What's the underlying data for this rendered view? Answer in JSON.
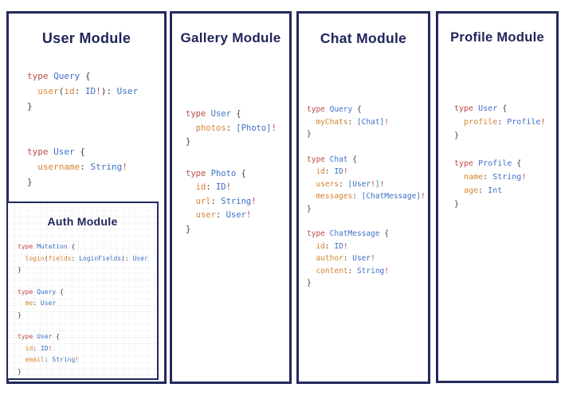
{
  "colors": {
    "panel_border_navy": "#232a5c",
    "title_navy": "#20265a",
    "keyword_red": "#bb4a4a",
    "type_blue": "#3e70c4",
    "field_orange": "#d6832d",
    "punctuation_gray": "#3f3f3f"
  },
  "modules": [
    {
      "id": "user",
      "title": "User Module",
      "code_blocks": [
        [
          [
            {
              "t": "type",
              "c": "k"
            },
            {
              "t": " ",
              "c": "p"
            },
            {
              "t": "Query",
              "c": "y"
            },
            {
              "t": " {",
              "c": "p"
            }
          ],
          [
            {
              "t": "  ",
              "c": "p"
            },
            {
              "t": "user",
              "c": "f"
            },
            {
              "t": "(",
              "c": "p"
            },
            {
              "t": "id",
              "c": "f"
            },
            {
              "t": ": ",
              "c": "p"
            },
            {
              "t": "ID",
              "c": "y"
            },
            {
              "t": "!",
              "c": "k"
            },
            {
              "t": "): ",
              "c": "p"
            },
            {
              "t": "User",
              "c": "y"
            }
          ],
          [
            {
              "t": "}",
              "c": "p"
            }
          ]
        ],
        [
          [
            {
              "t": "type",
              "c": "k"
            },
            {
              "t": " ",
              "c": "p"
            },
            {
              "t": "User",
              "c": "y"
            },
            {
              "t": " {",
              "c": "p"
            }
          ],
          [
            {
              "t": "  ",
              "c": "p"
            },
            {
              "t": "username",
              "c": "f"
            },
            {
              "t": ": ",
              "c": "p"
            },
            {
              "t": "String",
              "c": "y"
            },
            {
              "t": "!",
              "c": "k"
            }
          ],
          [
            {
              "t": "}",
              "c": "p"
            }
          ]
        ]
      ]
    },
    {
      "id": "auth",
      "title": "Auth Module",
      "code_blocks": [
        [
          [
            {
              "t": "type",
              "c": "k"
            },
            {
              "t": " ",
              "c": "p"
            },
            {
              "t": "Mutation",
              "c": "y"
            },
            {
              "t": " {",
              "c": "p"
            }
          ],
          [
            {
              "t": "  ",
              "c": "p"
            },
            {
              "t": "login",
              "c": "f"
            },
            {
              "t": "(",
              "c": "p"
            },
            {
              "t": "fields",
              "c": "f"
            },
            {
              "t": ": ",
              "c": "p"
            },
            {
              "t": "LoginFields",
              "c": "y"
            },
            {
              "t": "): ",
              "c": "p"
            },
            {
              "t": "User",
              "c": "y"
            }
          ],
          [
            {
              "t": "}",
              "c": "p"
            }
          ]
        ],
        [
          [
            {
              "t": "type",
              "c": "k"
            },
            {
              "t": " ",
              "c": "p"
            },
            {
              "t": "Query",
              "c": "y"
            },
            {
              "t": " {",
              "c": "p"
            }
          ],
          [
            {
              "t": "  ",
              "c": "p"
            },
            {
              "t": "me",
              "c": "f"
            },
            {
              "t": ": ",
              "c": "p"
            },
            {
              "t": "User",
              "c": "y"
            }
          ],
          [
            {
              "t": "}",
              "c": "p"
            }
          ]
        ],
        [
          [
            {
              "t": "type",
              "c": "k"
            },
            {
              "t": " ",
              "c": "p"
            },
            {
              "t": "User",
              "c": "y"
            },
            {
              "t": " {",
              "c": "p"
            }
          ],
          [
            {
              "t": "  ",
              "c": "p"
            },
            {
              "t": "id",
              "c": "f"
            },
            {
              "t": ": ",
              "c": "p"
            },
            {
              "t": "ID",
              "c": "y"
            },
            {
              "t": "!",
              "c": "k"
            }
          ],
          [
            {
              "t": "  ",
              "c": "p"
            },
            {
              "t": "email",
              "c": "f"
            },
            {
              "t": ": ",
              "c": "p"
            },
            {
              "t": "String",
              "c": "y"
            },
            {
              "t": "!",
              "c": "k"
            }
          ],
          [
            {
              "t": "}",
              "c": "p"
            }
          ]
        ]
      ]
    },
    {
      "id": "gallery",
      "title": "Gallery Module",
      "code_blocks": [
        [
          [
            {
              "t": "type",
              "c": "k"
            },
            {
              "t": " ",
              "c": "p"
            },
            {
              "t": "User",
              "c": "y"
            },
            {
              "t": " {",
              "c": "p"
            }
          ],
          [
            {
              "t": "  ",
              "c": "p"
            },
            {
              "t": "photos",
              "c": "f"
            },
            {
              "t": ": ",
              "c": "p"
            },
            {
              "t": "[Photo]",
              "c": "y"
            },
            {
              "t": "!",
              "c": "k"
            }
          ],
          [
            {
              "t": "}",
              "c": "p"
            }
          ]
        ],
        [
          [
            {
              "t": "type",
              "c": "k"
            },
            {
              "t": " ",
              "c": "p"
            },
            {
              "t": "Photo",
              "c": "y"
            },
            {
              "t": " {",
              "c": "p"
            }
          ],
          [
            {
              "t": "  ",
              "c": "p"
            },
            {
              "t": "id",
              "c": "f"
            },
            {
              "t": ": ",
              "c": "p"
            },
            {
              "t": "ID",
              "c": "y"
            },
            {
              "t": "!",
              "c": "k"
            }
          ],
          [
            {
              "t": "  ",
              "c": "p"
            },
            {
              "t": "url",
              "c": "f"
            },
            {
              "t": ": ",
              "c": "p"
            },
            {
              "t": "String",
              "c": "y"
            },
            {
              "t": "!",
              "c": "k"
            }
          ],
          [
            {
              "t": "  ",
              "c": "p"
            },
            {
              "t": "user",
              "c": "f"
            },
            {
              "t": ": ",
              "c": "p"
            },
            {
              "t": "User",
              "c": "y"
            },
            {
              "t": "!",
              "c": "k"
            }
          ],
          [
            {
              "t": "}",
              "c": "p"
            }
          ]
        ]
      ]
    },
    {
      "id": "chat",
      "title": "Chat Module",
      "code_blocks": [
        [
          [
            {
              "t": "type",
              "c": "k"
            },
            {
              "t": " ",
              "c": "p"
            },
            {
              "t": "Query",
              "c": "y"
            },
            {
              "t": " {",
              "c": "p"
            }
          ],
          [
            {
              "t": "  ",
              "c": "p"
            },
            {
              "t": "myChats",
              "c": "f"
            },
            {
              "t": ": ",
              "c": "p"
            },
            {
              "t": "[Chat]",
              "c": "y"
            },
            {
              "t": "!",
              "c": "k"
            }
          ],
          [
            {
              "t": "}",
              "c": "p"
            }
          ]
        ],
        [
          [
            {
              "t": "type",
              "c": "k"
            },
            {
              "t": " ",
              "c": "p"
            },
            {
              "t": "Chat",
              "c": "y"
            },
            {
              "t": " {",
              "c": "p"
            }
          ],
          [
            {
              "t": "  ",
              "c": "p"
            },
            {
              "t": "id",
              "c": "f"
            },
            {
              "t": ": ",
              "c": "p"
            },
            {
              "t": "ID",
              "c": "y"
            },
            {
              "t": "!",
              "c": "k"
            }
          ],
          [
            {
              "t": "  ",
              "c": "p"
            },
            {
              "t": "users",
              "c": "f"
            },
            {
              "t": ": ",
              "c": "p"
            },
            {
              "t": "[User",
              "c": "y"
            },
            {
              "t": "!",
              "c": "k"
            },
            {
              "t": "]",
              "c": "y"
            },
            {
              "t": "!",
              "c": "k"
            }
          ],
          [
            {
              "t": "  ",
              "c": "p"
            },
            {
              "t": "messages",
              "c": "f"
            },
            {
              "t": ": ",
              "c": "p"
            },
            {
              "t": "[ChatMessage]",
              "c": "y"
            },
            {
              "t": "!",
              "c": "k"
            }
          ],
          [
            {
              "t": "}",
              "c": "p"
            }
          ]
        ],
        [
          [
            {
              "t": "type",
              "c": "k"
            },
            {
              "t": " ",
              "c": "p"
            },
            {
              "t": "ChatMessage",
              "c": "y"
            },
            {
              "t": " {",
              "c": "p"
            }
          ],
          [
            {
              "t": "  ",
              "c": "p"
            },
            {
              "t": "id",
              "c": "f"
            },
            {
              "t": ": ",
              "c": "p"
            },
            {
              "t": "ID",
              "c": "y"
            },
            {
              "t": "!",
              "c": "k"
            }
          ],
          [
            {
              "t": "  ",
              "c": "p"
            },
            {
              "t": "author",
              "c": "f"
            },
            {
              "t": ": ",
              "c": "p"
            },
            {
              "t": "User",
              "c": "y"
            },
            {
              "t": "!",
              "c": "k"
            }
          ],
          [
            {
              "t": "  ",
              "c": "p"
            },
            {
              "t": "content",
              "c": "f"
            },
            {
              "t": ": ",
              "c": "p"
            },
            {
              "t": "String",
              "c": "y"
            },
            {
              "t": "!",
              "c": "k"
            }
          ],
          [
            {
              "t": "}",
              "c": "p"
            }
          ]
        ]
      ]
    },
    {
      "id": "profile",
      "title": "Profile Module",
      "code_blocks": [
        [
          [
            {
              "t": "type",
              "c": "k"
            },
            {
              "t": " ",
              "c": "p"
            },
            {
              "t": "User",
              "c": "y"
            },
            {
              "t": " {",
              "c": "p"
            }
          ],
          [
            {
              "t": "  ",
              "c": "p"
            },
            {
              "t": "profile",
              "c": "f"
            },
            {
              "t": ": ",
              "c": "p"
            },
            {
              "t": "Profile",
              "c": "y"
            },
            {
              "t": "!",
              "c": "k"
            }
          ],
          [
            {
              "t": "}",
              "c": "p"
            }
          ]
        ],
        [
          [
            {
              "t": "type",
              "c": "k"
            },
            {
              "t": " ",
              "c": "p"
            },
            {
              "t": "Profile",
              "c": "y"
            },
            {
              "t": " {",
              "c": "p"
            }
          ],
          [
            {
              "t": "  ",
              "c": "p"
            },
            {
              "t": "name",
              "c": "f"
            },
            {
              "t": ": ",
              "c": "p"
            },
            {
              "t": "String",
              "c": "y"
            },
            {
              "t": "!",
              "c": "k"
            }
          ],
          [
            {
              "t": "  ",
              "c": "p"
            },
            {
              "t": "age",
              "c": "f"
            },
            {
              "t": ": ",
              "c": "p"
            },
            {
              "t": "Int",
              "c": "y"
            }
          ],
          [
            {
              "t": "}",
              "c": "p"
            }
          ]
        ]
      ]
    }
  ]
}
